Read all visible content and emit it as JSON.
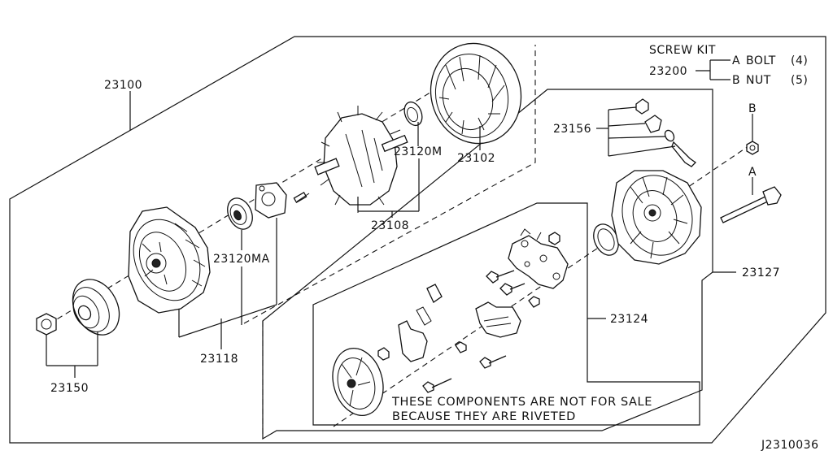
{
  "screw_kit": {
    "title": "SCREW KIT",
    "part_no": "23200",
    "items": [
      {
        "letter": "A",
        "name": "BOLT",
        "qty": "(4)"
      },
      {
        "letter": "B",
        "name": "NUT",
        "qty": "(5)"
      }
    ]
  },
  "callouts": {
    "p23100": "23100",
    "p23102": "23102",
    "p23120M": "23120M",
    "p23108": "23108",
    "p23120MA": "23120MA",
    "p23118": "23118",
    "p23150": "23150",
    "p23156": "23156",
    "p23127": "23127",
    "p23124": "23124",
    "ref_a": "A",
    "ref_b": "B"
  },
  "note": {
    "line1": "THESE COMPONENTS ARE NOT FOR SALE",
    "line2": "BECAUSE THEY ARE RIVETED"
  },
  "diagram_id": "J2310036"
}
